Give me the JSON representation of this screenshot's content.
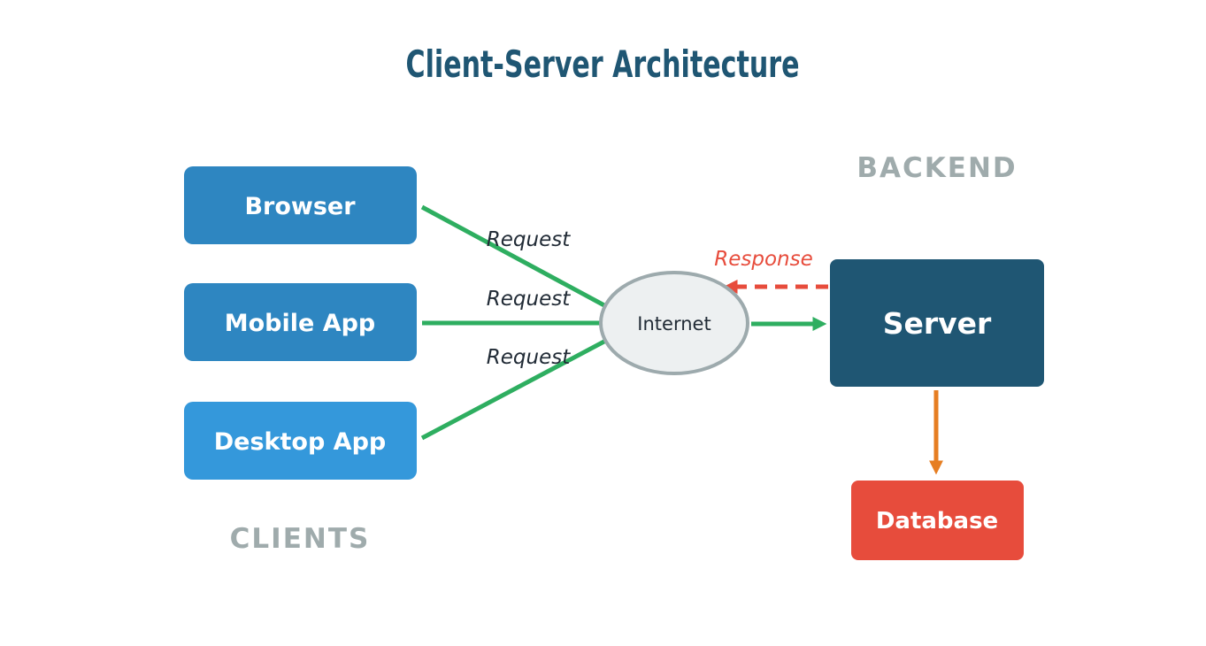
{
  "diagram": {
    "title": "Client-Server Architecture",
    "section_labels": {
      "clients": "CLIENTS",
      "backend": "BACKEND"
    },
    "nodes": {
      "browser": {
        "label": "Browser",
        "color": "#2e86c1",
        "text_color": "#ffffff"
      },
      "mobile_app": {
        "label": "Mobile App",
        "color": "#2e86c1",
        "text_color": "#ffffff"
      },
      "desktop_app": {
        "label": "Desktop App",
        "color": "#3498db",
        "text_color": "#ffffff"
      },
      "internet": {
        "label": "Internet",
        "fill": "#edf0f1",
        "border_color": "#9daaad",
        "text_color": "#212b36"
      },
      "server": {
        "label": "Server",
        "color": "#1f5673",
        "text_color": "#ffffff"
      },
      "database": {
        "label": "Database",
        "color": "#e74c3c",
        "text_color": "#ffffff"
      }
    },
    "edges": {
      "request_labels": [
        "Request",
        "Request",
        "Request"
      ],
      "response_label": "Response",
      "request_color": "#2eae60",
      "response_color": "#e74c3c",
      "server_database_color": "#e67e22",
      "label_color": "#212b36"
    },
    "colors": {
      "background": "#ffffff",
      "title": "#1f5673",
      "section_label": "#9fabac"
    }
  }
}
